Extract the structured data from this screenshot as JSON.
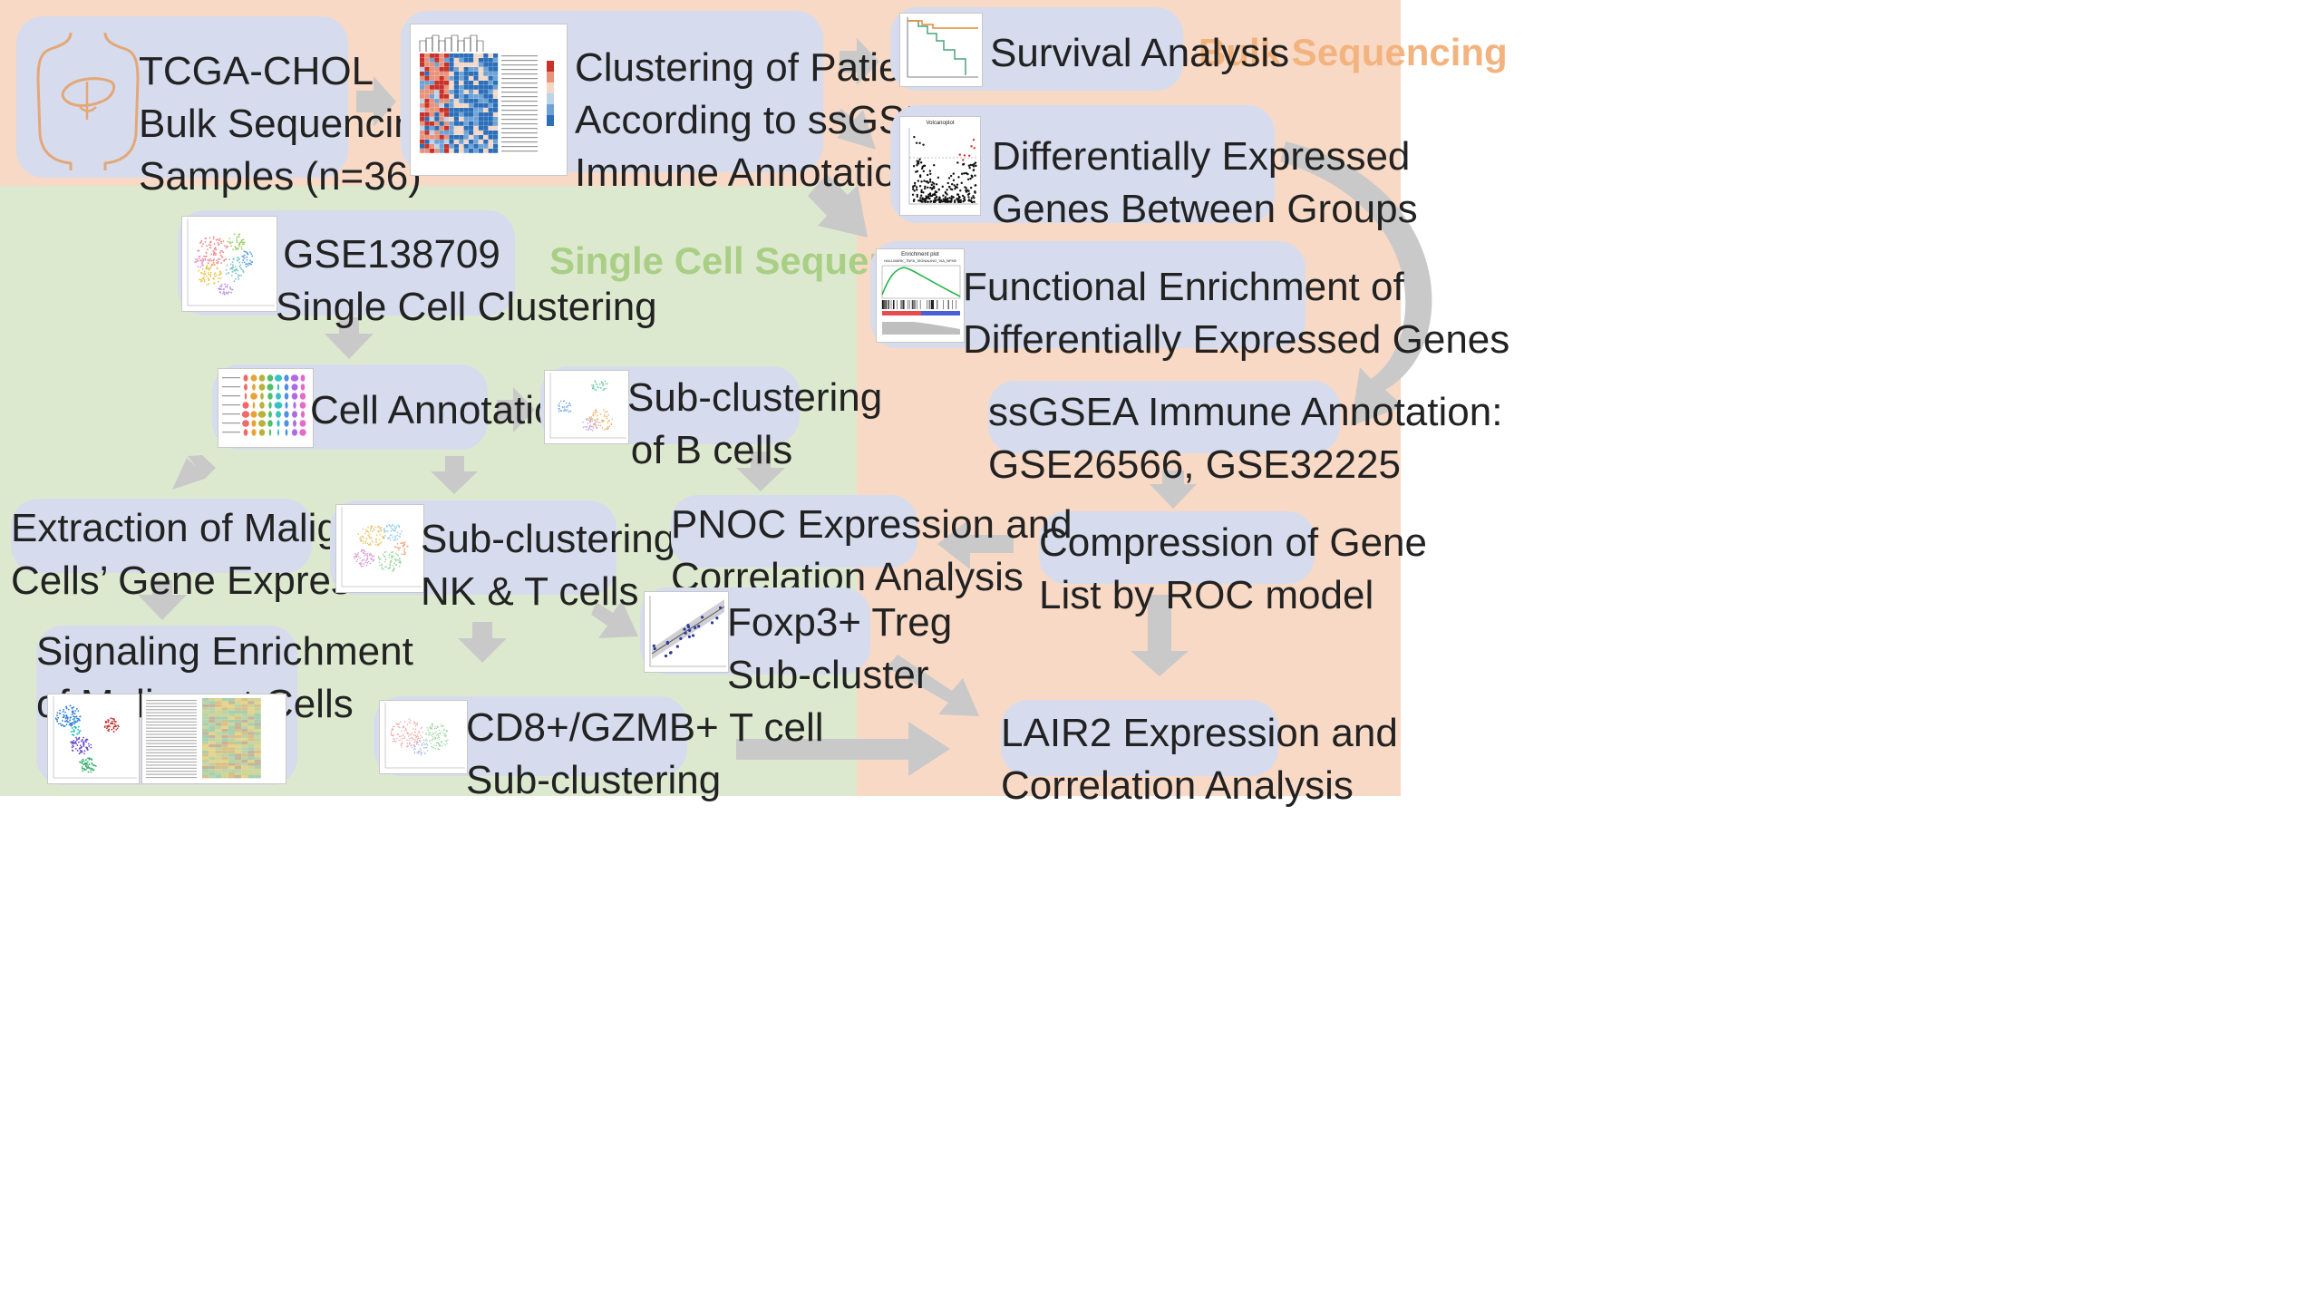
{
  "regions": {
    "bulk": {
      "label": "Bulk Sequencing",
      "color": "#f8d9c5",
      "label_color": "#f3b37f"
    },
    "single": {
      "label": "Single Cell Sequencing",
      "color": "#dde9cf",
      "label_color": "#a9cf86"
    }
  },
  "box_color": "#d6dced",
  "arrow_color": "#c9c9c9",
  "nodes": {
    "tcga": {
      "lines": [
        "TCGA-CHOL",
        "Bulk Sequencing",
        "Samples (n=36)"
      ],
      "icon": "human-torso-liver-icon"
    },
    "clustering": {
      "lines": [
        "Clustering of Patients",
        "According to ssGSEA",
        "Immune Annotation"
      ],
      "icon": "heatmap-thumbnail"
    },
    "survival": {
      "lines": [
        "Survival Analysis"
      ],
      "icon": "kaplan-meier-thumbnail"
    },
    "deg": {
      "lines": [
        "Differentially Expressed",
        "Genes Between Groups"
      ],
      "icon": "volcano-plot-thumbnail"
    },
    "enrichment": {
      "lines": [
        "Functional Enrichment of",
        "Differentially Expressed Genes"
      ],
      "icon": "gsea-plot-thumbnail"
    },
    "ssgsea": {
      "lines": [
        "ssGSEA Immune Annotation:",
        "GSE26566, GSE32225"
      ]
    },
    "roc": {
      "lines": [
        "Compression of Gene",
        "List by ROC model"
      ]
    },
    "lair2": {
      "lines": [
        "LAIR2 Expression and",
        "Correlation Analysis"
      ]
    },
    "gse": {
      "lines": [
        "GSE138709",
        "Single Cell Clustering"
      ],
      "icon": "tsne-cluster-thumbnail"
    },
    "annotation": {
      "lines": [
        "Cell Annotation"
      ],
      "icon": "violin-plot-thumbnail"
    },
    "bcells": {
      "lines": [
        "Sub-clustering",
        "of B cells"
      ],
      "icon": "b-cell-scatter-thumbnail"
    },
    "malignant": {
      "lines": [
        "Extraction of Malignant",
        "Cells’ Gene Expression"
      ]
    },
    "nkt": {
      "lines": [
        "Sub-clustering of",
        "NK & T cells"
      ],
      "icon": "nk-t-tsne-thumbnail"
    },
    "pnoc": {
      "lines": [
        "PNOC Expression and",
        "Correlation Analysis"
      ]
    },
    "foxp3": {
      "lines": [
        "Foxp3+ Treg",
        "Sub-cluster"
      ],
      "icon": "correlation-scatter-thumbnail"
    },
    "signaling": {
      "lines": [
        "Signaling Enrichment",
        "of Malignant Cells"
      ],
      "icon": "signaling-heatmap-thumbnail"
    },
    "cd8": {
      "lines": [
        "CD8+/GZMB+ T cell",
        "Sub-clustering"
      ],
      "icon": "cd8-tsne-thumbnail"
    }
  },
  "thumb_text": {
    "volcano_title": "Volcanoplot",
    "enrich_title": "Enrichment plot",
    "enrich_subtitle": "HALLMARK_TNFA_SIGNALING_VIA_NFKB"
  },
  "heatmap_colors": [
    "#2c6fb8",
    "#6fa3d6",
    "#bcd4ea",
    "#f4d7c6",
    "#e8937b",
    "#c8322a"
  ]
}
